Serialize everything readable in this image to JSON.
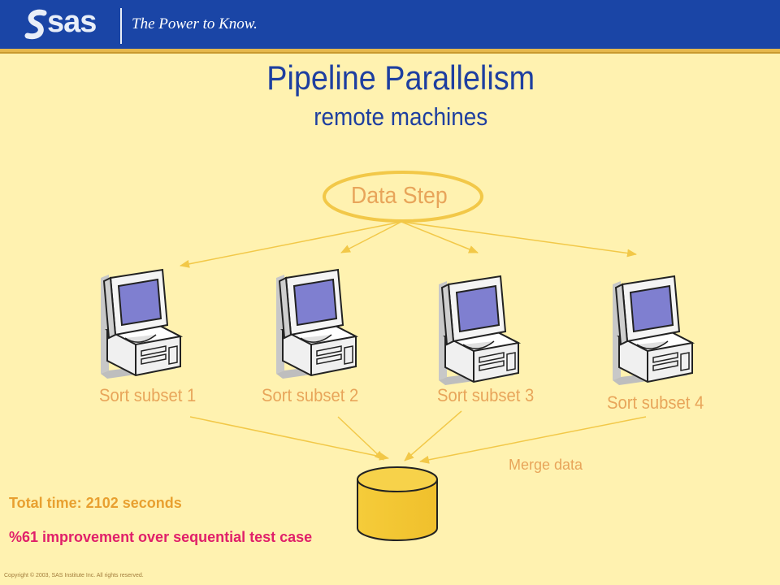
{
  "header": {
    "logo": "sas",
    "tagline": "The Power to Know."
  },
  "slide": {
    "title": "Pipeline Parallelism",
    "subtitle": "remote machines"
  },
  "diagram": {
    "source": "Data Step",
    "nodes": [
      {
        "label": "Sort subset 1"
      },
      {
        "label": "Sort subset 2"
      },
      {
        "label": "Sort subset 3"
      },
      {
        "label": "Sort subset 4"
      }
    ],
    "merge_label": "Merge data"
  },
  "stats": {
    "total_time": "Total time: 2102 seconds",
    "improvement": "%61 improvement over sequential test case"
  },
  "footer": {
    "copyright": "Copyright © 2003, SAS Institute Inc. All rights reserved."
  },
  "colors": {
    "background": "#FFF2B0",
    "header": "#1A45A6",
    "title": "#1E3FA0",
    "accent": "#F2C848",
    "label": "#E8A55A",
    "highlight": "#E0206A"
  }
}
